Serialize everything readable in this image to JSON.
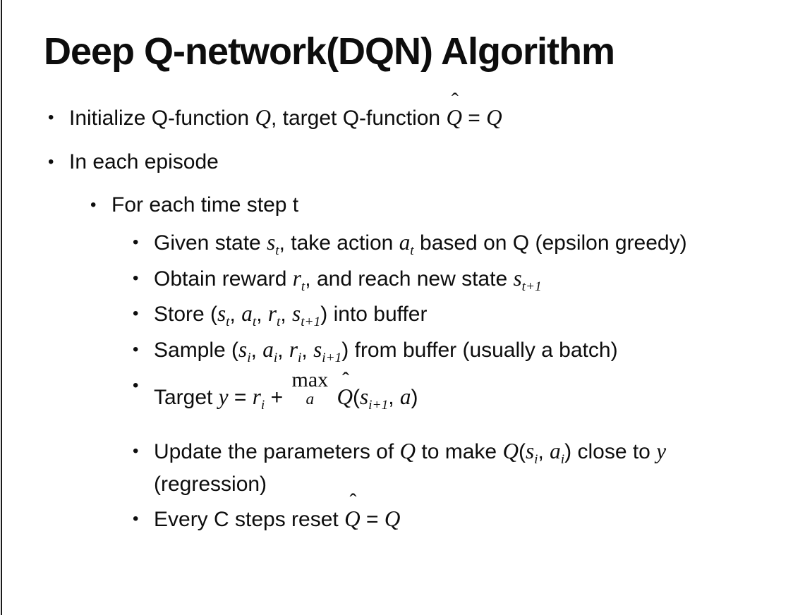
{
  "page": {
    "title": "Deep Q-network(DQN) Algorithm"
  },
  "colors": {
    "background": "#ffffff",
    "text": "#0d0d0d",
    "edge_line": "#1a1a1a"
  },
  "list": {
    "bullet_char": "•"
  },
  "math": {
    "hat_char": "ˆ"
  },
  "bullets": [
    {
      "level": 1,
      "segments": [
        {
          "type": "t",
          "v": "Initialize Q-function "
        },
        {
          "type": "m",
          "v": "Q"
        },
        {
          "type": "t",
          "v": ", target Q-function "
        },
        {
          "type": "mh",
          "v": "Q"
        },
        {
          "type": "t",
          "v": " = "
        },
        {
          "type": "m",
          "v": "Q"
        }
      ]
    },
    {
      "level": 1,
      "segments": [
        {
          "type": "t",
          "v": "In each episode"
        }
      ]
    },
    {
      "level": 2,
      "segments": [
        {
          "type": "t",
          "v": "For each time step t"
        }
      ]
    },
    {
      "level": 3,
      "segments": [
        {
          "type": "t",
          "v": "Given state "
        },
        {
          "type": "ms",
          "v": "s",
          "sub": "t"
        },
        {
          "type": "t",
          "v": ", take action "
        },
        {
          "type": "ms",
          "v": "a",
          "sub": "t"
        },
        {
          "type": "t",
          "v": " based on Q (epsilon greedy)"
        }
      ]
    },
    {
      "level": 3,
      "segments": [
        {
          "type": "t",
          "v": "Obtain reward "
        },
        {
          "type": "ms",
          "v": "r",
          "sub": "t"
        },
        {
          "type": "t",
          "v": ", and reach new state "
        },
        {
          "type": "ms",
          "v": "s",
          "sub": "t+1"
        }
      ]
    },
    {
      "level": 3,
      "segments": [
        {
          "type": "t",
          "v": "Store ("
        },
        {
          "type": "ms",
          "v": "s",
          "sub": "t"
        },
        {
          "type": "t",
          "v": ", "
        },
        {
          "type": "ms",
          "v": "a",
          "sub": "t"
        },
        {
          "type": "t",
          "v": ", "
        },
        {
          "type": "ms",
          "v": "r",
          "sub": "t"
        },
        {
          "type": "t",
          "v": ", "
        },
        {
          "type": "ms",
          "v": "s",
          "sub": "t+1"
        },
        {
          "type": "t",
          "v": ") into buffer"
        }
      ]
    },
    {
      "level": 3,
      "segments": [
        {
          "type": "t",
          "v": "Sample ("
        },
        {
          "type": "ms",
          "v": "s",
          "sub": "i"
        },
        {
          "type": "t",
          "v": ", "
        },
        {
          "type": "ms",
          "v": "a",
          "sub": "i"
        },
        {
          "type": "t",
          "v": ", "
        },
        {
          "type": "ms",
          "v": "r",
          "sub": "i"
        },
        {
          "type": "t",
          "v": ", "
        },
        {
          "type": "ms",
          "v": "s",
          "sub": "i+1"
        },
        {
          "type": "t",
          "v": ") from buffer (usually a batch)"
        }
      ]
    },
    {
      "level": 3,
      "segments": [
        {
          "type": "t",
          "v": "Target "
        },
        {
          "type": "m",
          "v": "y"
        },
        {
          "type": "t",
          "v": " = "
        },
        {
          "type": "ms",
          "v": "r",
          "sub": "i"
        },
        {
          "type": "t",
          "v": " + "
        },
        {
          "type": "max",
          "top": "max",
          "bottom": "a"
        },
        {
          "type": "t",
          "v": " "
        },
        {
          "type": "mh",
          "v": "Q"
        },
        {
          "type": "t",
          "v": "("
        },
        {
          "type": "ms",
          "v": "s",
          "sub": "i+1"
        },
        {
          "type": "t",
          "v": ", "
        },
        {
          "type": "m",
          "v": "a"
        },
        {
          "type": "t",
          "v": ")"
        }
      ]
    },
    {
      "level": 3,
      "segments": [
        {
          "type": "t",
          "v": "Update the parameters of "
        },
        {
          "type": "m",
          "v": "Q"
        },
        {
          "type": "t",
          "v": " to make "
        },
        {
          "type": "m",
          "v": "Q"
        },
        {
          "type": "t",
          "v": "("
        },
        {
          "type": "ms",
          "v": "s",
          "sub": "i"
        },
        {
          "type": "t",
          "v": ", "
        },
        {
          "type": "ms",
          "v": "a",
          "sub": "i"
        },
        {
          "type": "t",
          "v": ") close to "
        },
        {
          "type": "m",
          "v": "y"
        },
        {
          "type": "t",
          "v": " (regression)"
        }
      ]
    },
    {
      "level": 3,
      "segments": [
        {
          "type": "t",
          "v": "Every C steps reset "
        },
        {
          "type": "mh",
          "v": "Q"
        },
        {
          "type": "t",
          "v": " = "
        },
        {
          "type": "m",
          "v": "Q"
        }
      ]
    }
  ]
}
